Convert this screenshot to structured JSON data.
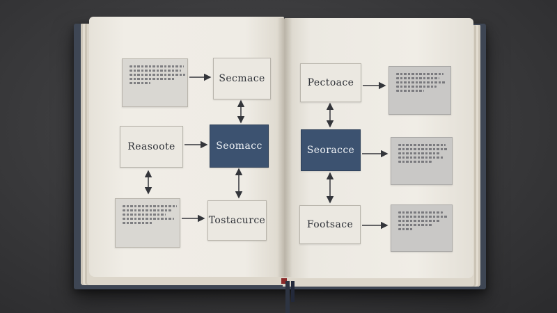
{
  "scene": {
    "description_visible": false
  },
  "boxes": {
    "left_top_label": "Secmace",
    "left_middle_label": "Reasoote",
    "left_middle_dark_label": "Seomacc",
    "left_bottom_label": "Tostacurce",
    "right_top_label": "Pectoace",
    "right_middle_dark_label": "Seoracce",
    "right_bottom_label": "Footsace"
  },
  "colors": {
    "background": "#39393b",
    "page": "#eeebe3",
    "dark_box": "#3c5270",
    "note_box": "#d9d7d2",
    "cover": "#3e4654"
  }
}
